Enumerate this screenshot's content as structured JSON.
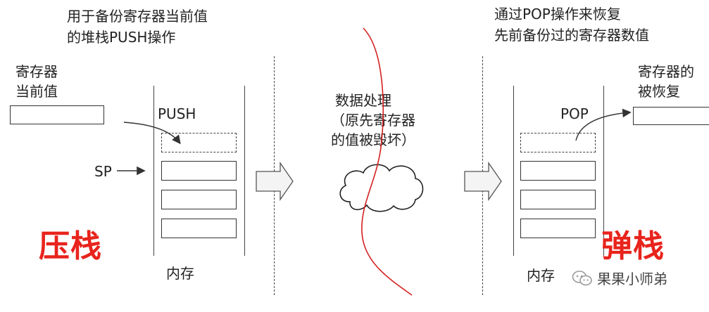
{
  "left": {
    "caption_line1": "用于备份寄存器当前值",
    "caption_line2": "的堆栈PUSH操作",
    "register_label_line1": "寄存器",
    "register_label_line2": "当前值",
    "push_label": "PUSH",
    "sp_label": "SP",
    "memory_label": "内存",
    "title": "压栈"
  },
  "middle": {
    "text_line1": "数据处理",
    "text_line2": "（原先寄存器",
    "text_line3": "的值被毁坏）"
  },
  "right": {
    "caption_line1": "通过POP操作来恢复",
    "caption_line2": "先前备份过的寄存器数值",
    "register_label_line1": "寄存器的",
    "register_label_line2": "被恢复",
    "pop_label": "POP",
    "memory_label": "内存",
    "title": "弹栈"
  },
  "watermark": {
    "text": "果果小师弟",
    "icon": "wechat-icon"
  },
  "colors": {
    "title": "#e8241c",
    "wavy_line": "#d42020"
  }
}
